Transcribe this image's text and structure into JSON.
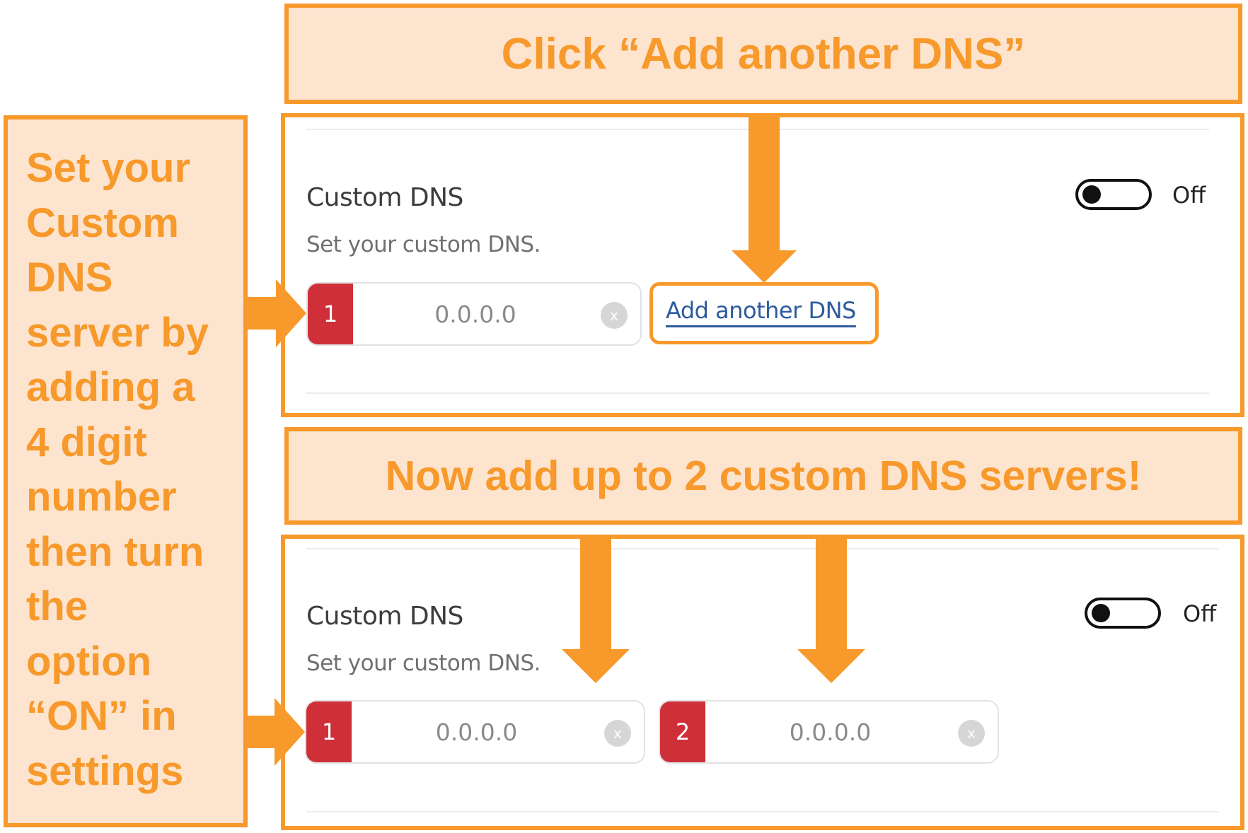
{
  "callouts": {
    "top": "Click “Add another DNS”",
    "middle": "Now add up to 2 custom DNS servers!",
    "left_lines": [
      "Set your",
      "Custom",
      "DNS",
      "server by",
      "adding a",
      "4 digit",
      "number",
      "then turn",
      "the",
      "option",
      "“ON” in",
      "settings"
    ]
  },
  "panel_before": {
    "title": "Custom DNS",
    "subtitle": "Set your custom DNS.",
    "toggle_label": "Off",
    "dns_fields": [
      {
        "index": "1",
        "placeholder": "0.0.0.0",
        "clear_icon": "x"
      }
    ],
    "add_link": "Add another DNS"
  },
  "panel_after": {
    "title": "Custom DNS",
    "subtitle": "Set your custom DNS.",
    "toggle_label": "Off",
    "dns_fields": [
      {
        "index": "1",
        "placeholder": "0.0.0.0",
        "clear_icon": "x"
      },
      {
        "index": "2",
        "placeholder": "0.0.0.0",
        "clear_icon": "x"
      }
    ]
  },
  "colors": {
    "callout_fill": "#fce4cf",
    "callout_accent": "#f7992b",
    "index_badge": "#cf2f39",
    "link": "#2d5b9e"
  }
}
